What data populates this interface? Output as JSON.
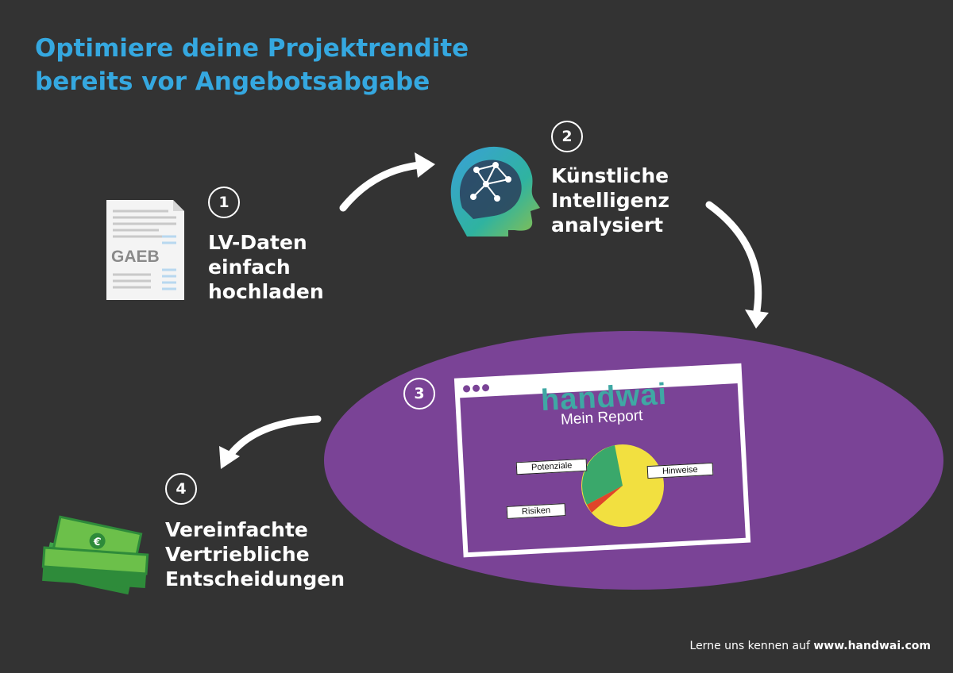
{
  "title": {
    "line1": "Optimiere deine Projektrendite",
    "line2": "bereits vor Angebotsabgabe",
    "color": "#35a8e0"
  },
  "steps": [
    {
      "number": "1",
      "lines": [
        "LV-Daten",
        "einfach",
        "hochladen"
      ],
      "icon": "gaeb-document-icon"
    },
    {
      "number": "2",
      "lines": [
        "Künstliche",
        "Intelligenz",
        "analysiert"
      ],
      "icon": "ai-head-icon"
    },
    {
      "number": "3",
      "icon": "report-window-icon"
    },
    {
      "number": "4",
      "lines": [
        "Vereinfachte",
        "Vertriebliche",
        "Entscheidungen"
      ],
      "icon": "money-stack-icon"
    }
  ],
  "document": {
    "label": "GAEB"
  },
  "report": {
    "brand": "handwai",
    "subtitle": "Mein Report",
    "labels": {
      "potenziale": "Potenziale",
      "hinweise": "Hinweise",
      "risiken": "Risiken"
    },
    "colors": {
      "potenziale": "#3aa86b",
      "hinweise": "#f2e040",
      "risiken": "#e0452a",
      "ellipse": "#7a4396",
      "brand": "#3fa8a4"
    }
  },
  "footer": {
    "text": "Lerne uns kennen auf ",
    "url": "www.handwai.com"
  }
}
